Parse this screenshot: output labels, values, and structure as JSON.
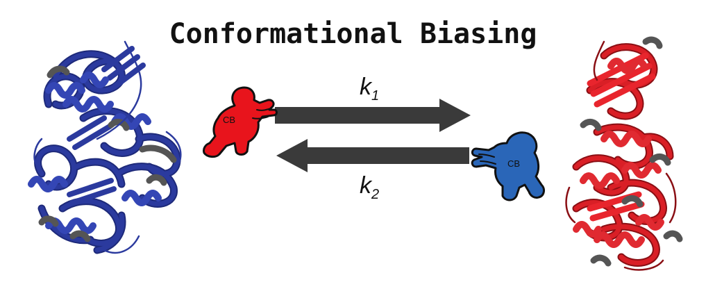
{
  "title": "Conformational Biasing",
  "rates": {
    "forward": {
      "symbol": "k",
      "subscript": "1"
    },
    "reverse": {
      "symbol": "k",
      "subscript": "2"
    }
  },
  "figures": {
    "left": {
      "label": "CB",
      "color": "#e8141c"
    },
    "right": {
      "label": "CB",
      "color": "#2a66b8"
    }
  },
  "proteins": {
    "left": {
      "color": "#2b3a9e",
      "accent": "#555555"
    },
    "right": {
      "color": "#d91f26",
      "accent": "#555555"
    }
  },
  "arrow_color": "#3a3a3a"
}
